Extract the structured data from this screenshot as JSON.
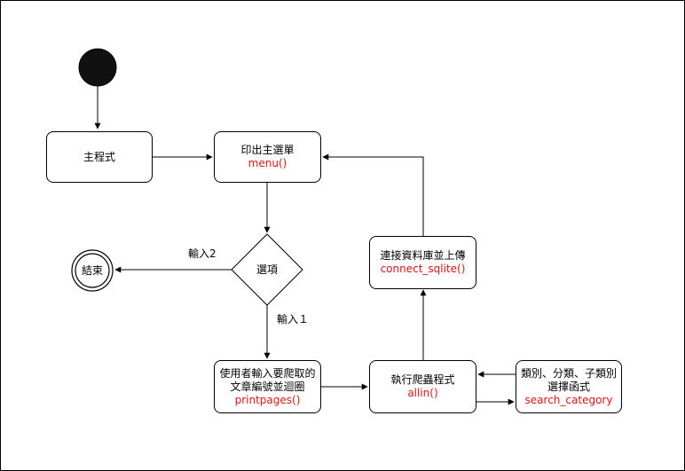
{
  "nodes": {
    "main": {
      "title": "主程式"
    },
    "menu": {
      "title": "印出主選單",
      "func": "menu()"
    },
    "choice": {
      "title": "選項"
    },
    "end": {
      "title": "結束"
    },
    "upload": {
      "title": "連接資料庫並上傳",
      "func": "connect_sqlite()"
    },
    "printpages": {
      "title_line1": "使用者輸入要爬取的",
      "title_line2": "文章編號並迴圈",
      "func": "printpages()"
    },
    "crawler": {
      "title": "執行爬蟲程式",
      "func": "allin()"
    },
    "category": {
      "title_line1": "類別、分類、子類別",
      "title_line2": "選擇函式",
      "func": "search_category"
    }
  },
  "edge_labels": {
    "input2": "輸入2",
    "input1": "輸入１"
  },
  "colors": {
    "stroke": "#000000",
    "function_text": "#e51414",
    "background": "#ffffff"
  }
}
